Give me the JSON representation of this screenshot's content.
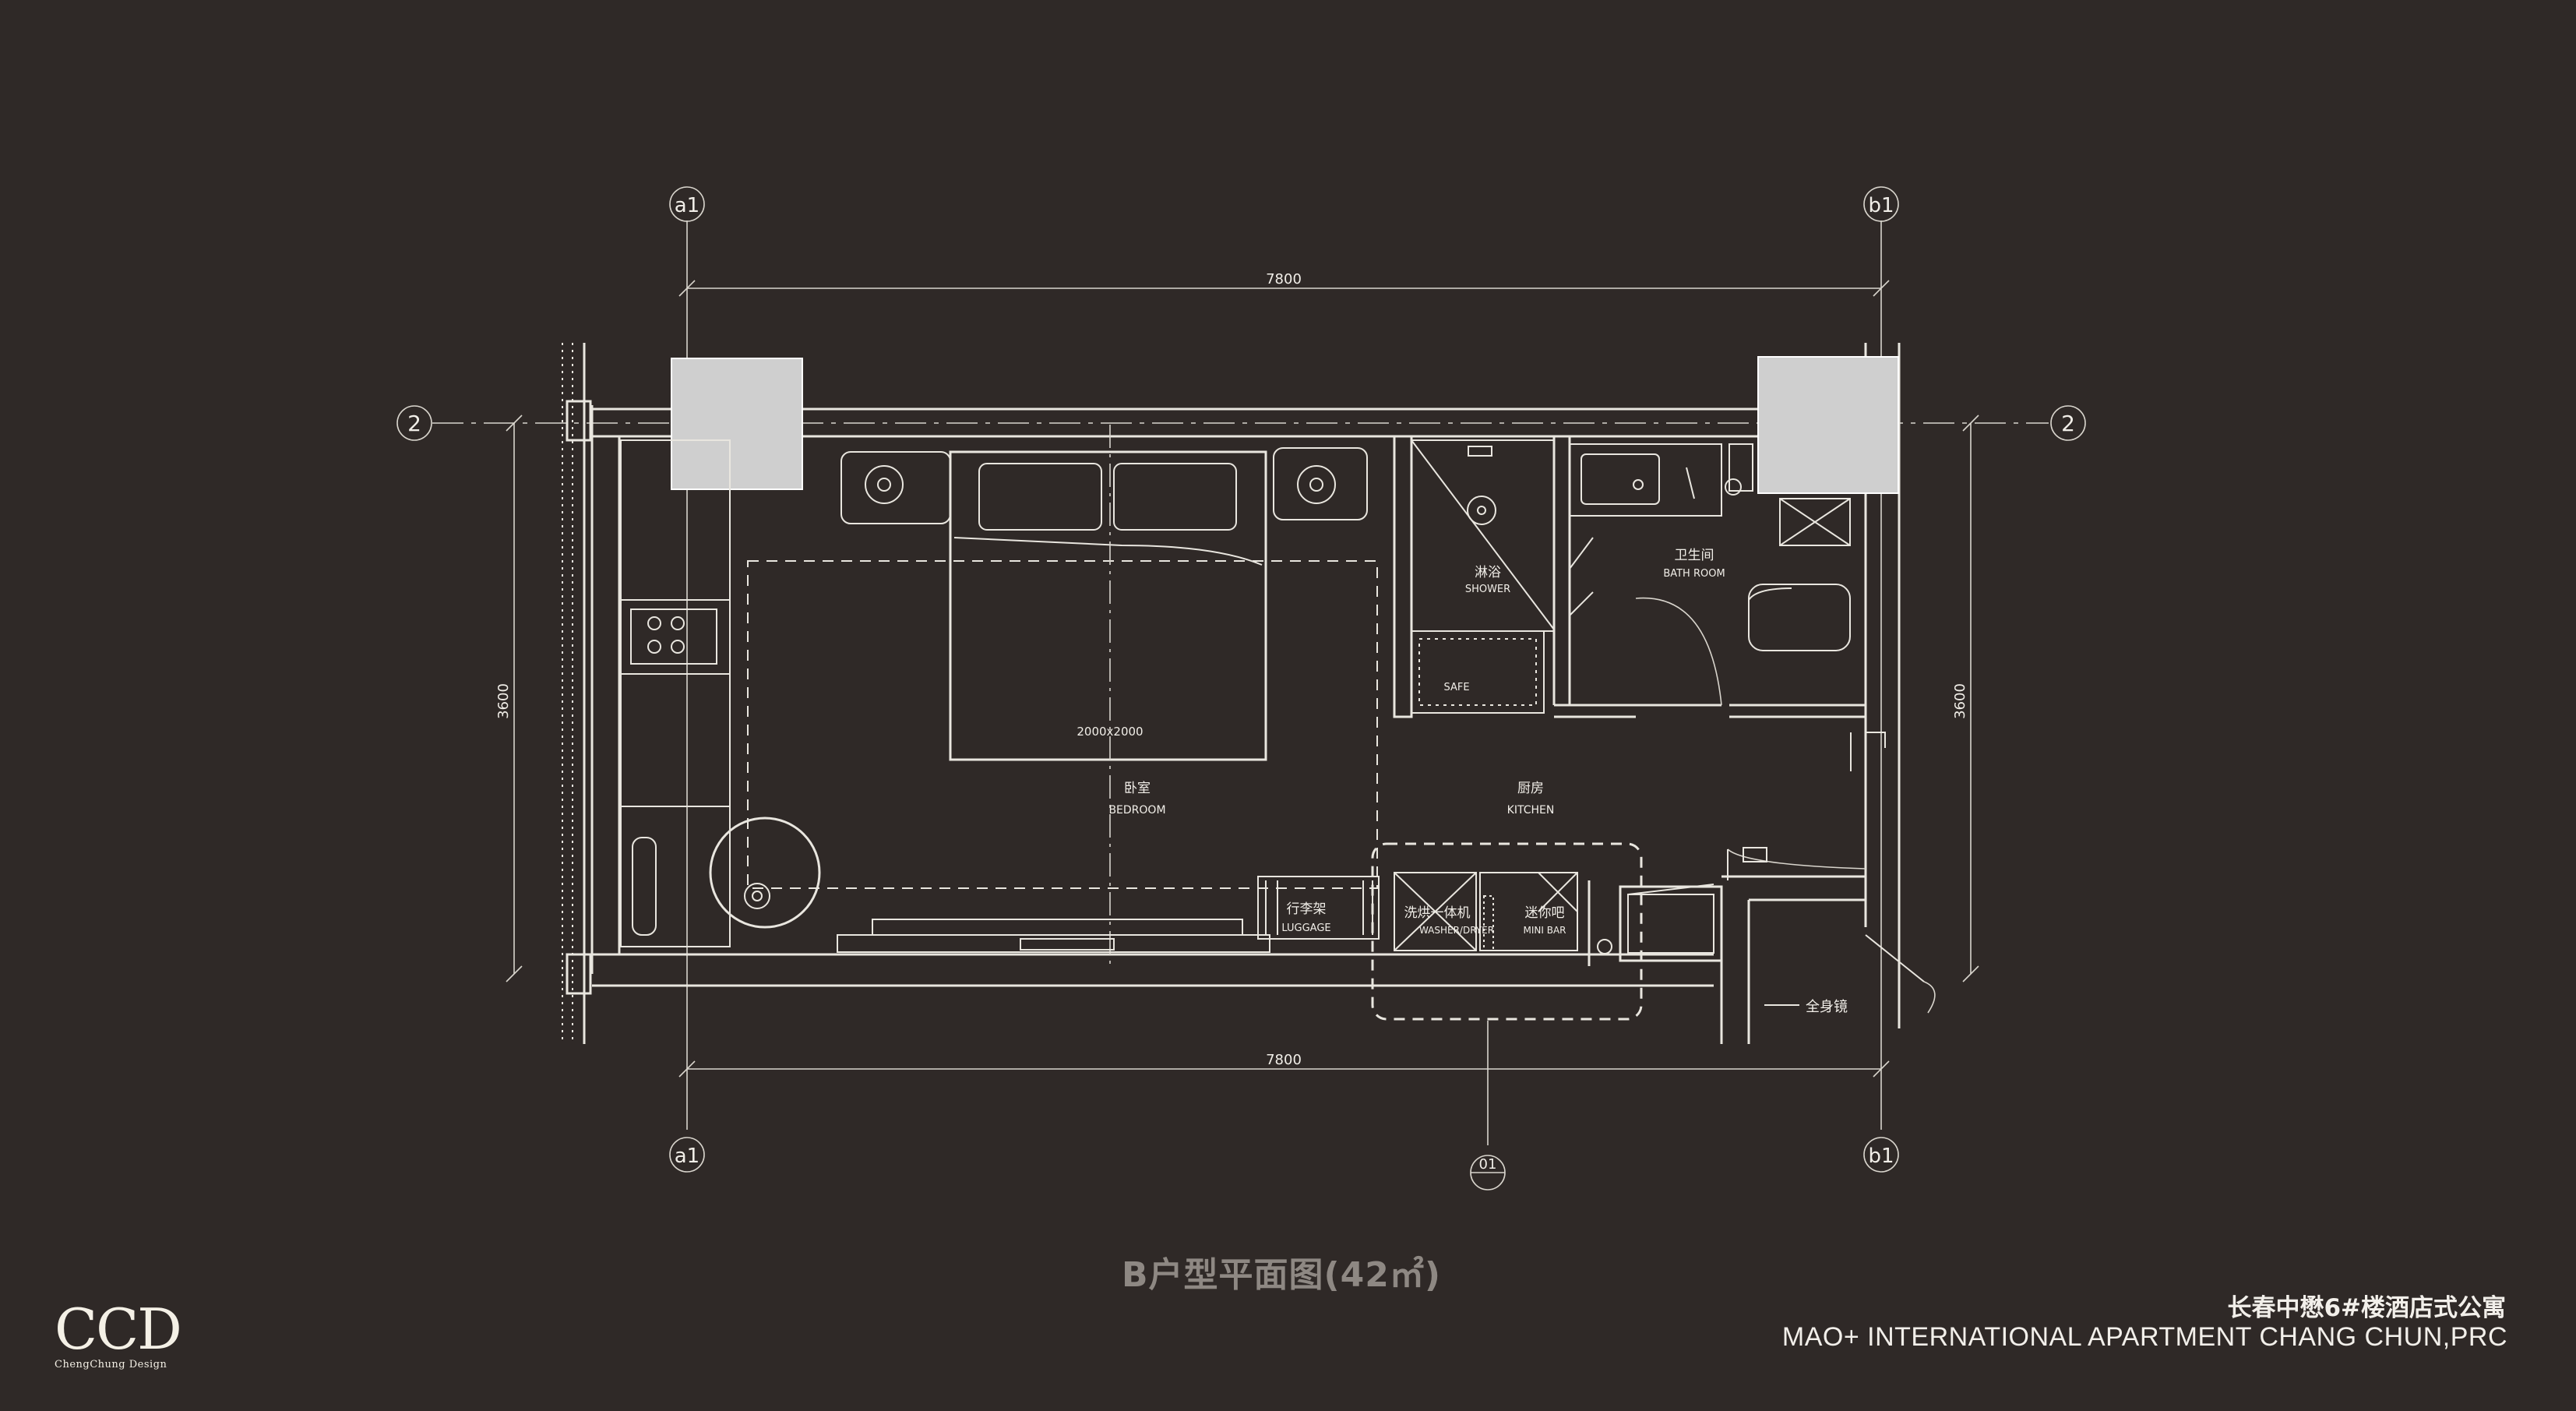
{
  "plan_title": "B户型平面图(42㎡)",
  "project": {
    "name_cn": "长春中懋6#楼酒店式公寓",
    "name_en": "MAO+ INTERNATIONAL APARTMENT CHANG CHUN,PRC"
  },
  "logo": {
    "mark": "CCD",
    "tagline": "ChengChung Design"
  },
  "grid_labels": {
    "a1": "a1",
    "b1": "b1",
    "row": "2",
    "section": "01"
  },
  "dimensions": {
    "width_top": "7800",
    "width_bottom": "7800",
    "depth_left": "3600",
    "depth_right": "3600"
  },
  "rooms": {
    "shower_cn": "淋浴",
    "shower_en": "SHOWER",
    "bath_cn": "卫生间",
    "bath_en": "BATH ROOM",
    "safe": "SAFE",
    "bed_size": "2000x2000",
    "bedroom_cn": "卧室",
    "bedroom_en": "BEDROOM",
    "kitchen_cn": "厨房",
    "kitchen_en": "KITCHEN",
    "luggage_cn": "行李架",
    "luggage_en": "LUGGAGE",
    "washer_cn": "洗烘一体机",
    "washer_en": "WASHER/DRYER",
    "minibar_cn": "迷你吧",
    "minibar_en": "MINI BAR",
    "mirror_cn": "全身镜"
  },
  "colors": {
    "background": "#2f2927",
    "linework": "#e9e6df",
    "column": "#cfcfcf",
    "title": "#8e8883"
  }
}
